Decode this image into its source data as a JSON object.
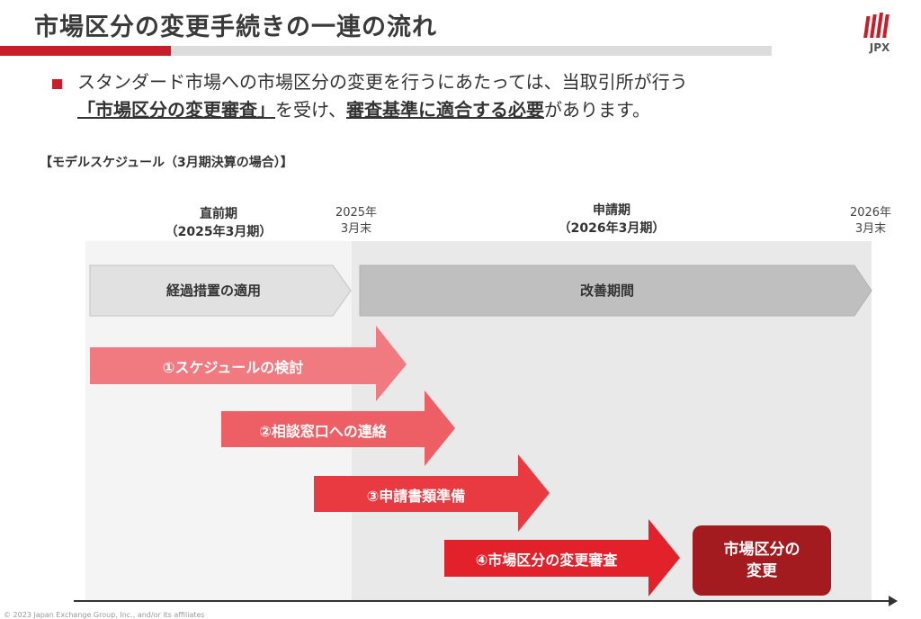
{
  "header": {
    "title": "市場区分の変更手続きの一連の流れ",
    "logo_text": "JPX"
  },
  "intro": {
    "part1": "スタンダード市場への市場区分の変更を行うにあたっては、当取引所が行う",
    "strong1": "「市場区分の変更審査」",
    "part2": "を受け、",
    "strong2": "審査基準に適合する必要",
    "part3": "があります。"
  },
  "schedule_title": "【モデルスケジュール（3月期決算の場合）】",
  "periods": {
    "left_title": "直前期",
    "left_sub": "（2025年3月期）",
    "right_title": "申請期",
    "right_sub": "（2026年3月期）"
  },
  "dates": {
    "mid_year": "2025年",
    "mid_month": "3月末",
    "end_year": "2026年",
    "end_month": "3月末"
  },
  "phases": {
    "transition": "経過措置の適用",
    "improvement": "改善期間"
  },
  "steps": [
    {
      "label": "①スケジュールの検討",
      "color": "#f07a80"
    },
    {
      "label": "②相談窓口への連絡",
      "color": "#ee5f65"
    },
    {
      "label": "③申請書類準備",
      "color": "#e93a41"
    },
    {
      "label": "④市場区分の変更審査",
      "color": "#e2212a"
    }
  ],
  "result": {
    "line1": "市場区分の",
    "line2": "変更",
    "color": "#a41b1f"
  },
  "footer": "© 2023 Japan Exchange Group, Inc., and/or its affiliates"
}
